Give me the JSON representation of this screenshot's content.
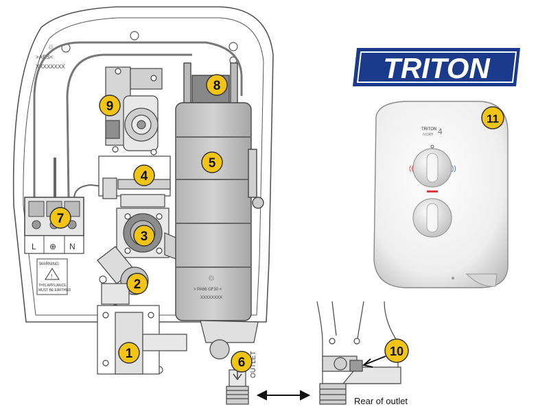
{
  "brand": {
    "logo_text": "TRITON",
    "logo_color": "#1b3a8c"
  },
  "callout_color": "#f2c416",
  "callouts": [
    {
      "number": "1"
    },
    {
      "number": "2"
    },
    {
      "number": "3"
    },
    {
      "number": "4"
    },
    {
      "number": "5"
    },
    {
      "number": "6"
    },
    {
      "number": "7"
    },
    {
      "number": "8"
    },
    {
      "number": "9"
    },
    {
      "number": "10"
    },
    {
      "number": "11"
    }
  ],
  "housing_text": {
    "material": ">ABS<",
    "code": "XXXXXXXX"
  },
  "terminal": {
    "live": "L",
    "earth": "⊕",
    "neutral": "N"
  },
  "warning": {
    "title": "WARNING",
    "line1": "THIS APPLIANCE",
    "line2": "MUST BE EARTHED"
  },
  "tank_text": {
    "material": "> PA66 GF30 <",
    "code": "XXXXXXXX"
  },
  "outlet_label": "OUTLET",
  "rear_caption": "Rear of outlet",
  "unit": {
    "brand": "TRITON",
    "model": "IVORY",
    "model_num": "4"
  }
}
